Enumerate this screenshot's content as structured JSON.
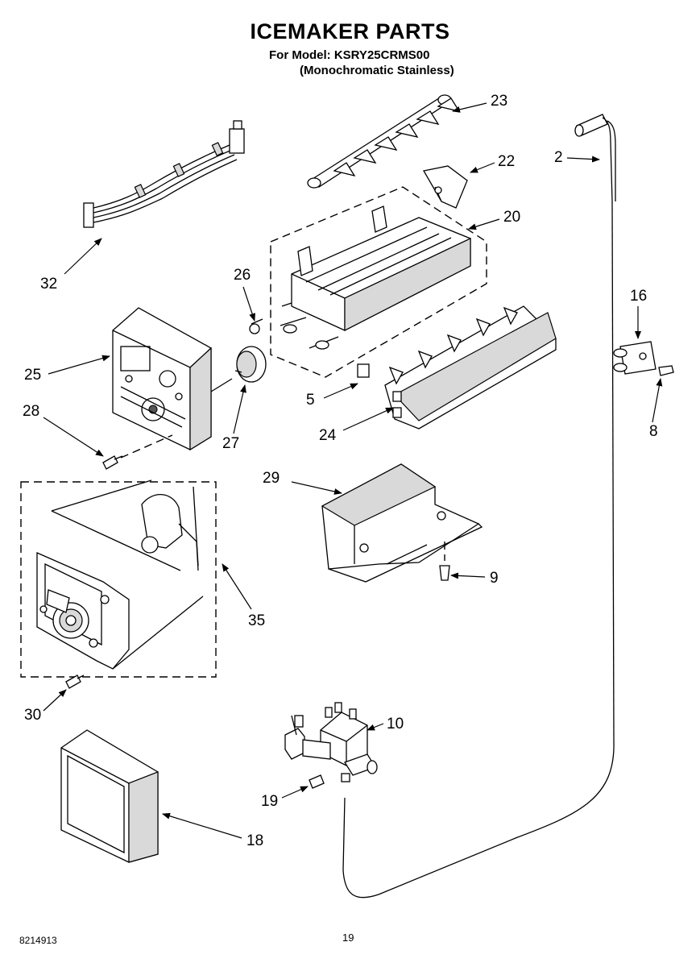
{
  "header": {
    "title": "ICEMAKER PARTS",
    "model_line": "For Model: KSRY25CRMS00",
    "variant_line": "(Monochromatic Stainless)"
  },
  "callouts": {
    "c23": "23",
    "c22": "22",
    "c20": "20",
    "c2": "2",
    "c32": "32",
    "c26": "26",
    "c16": "16",
    "c25": "25",
    "c5": "5",
    "c8": "8",
    "c28": "28",
    "c27": "27",
    "c24": "24",
    "c29": "29",
    "c9": "9",
    "c35": "35",
    "c30": "30",
    "c10": "10",
    "c19": "19",
    "c18": "18"
  },
  "footer": {
    "doc_number": "8214913",
    "page_number": "19"
  }
}
